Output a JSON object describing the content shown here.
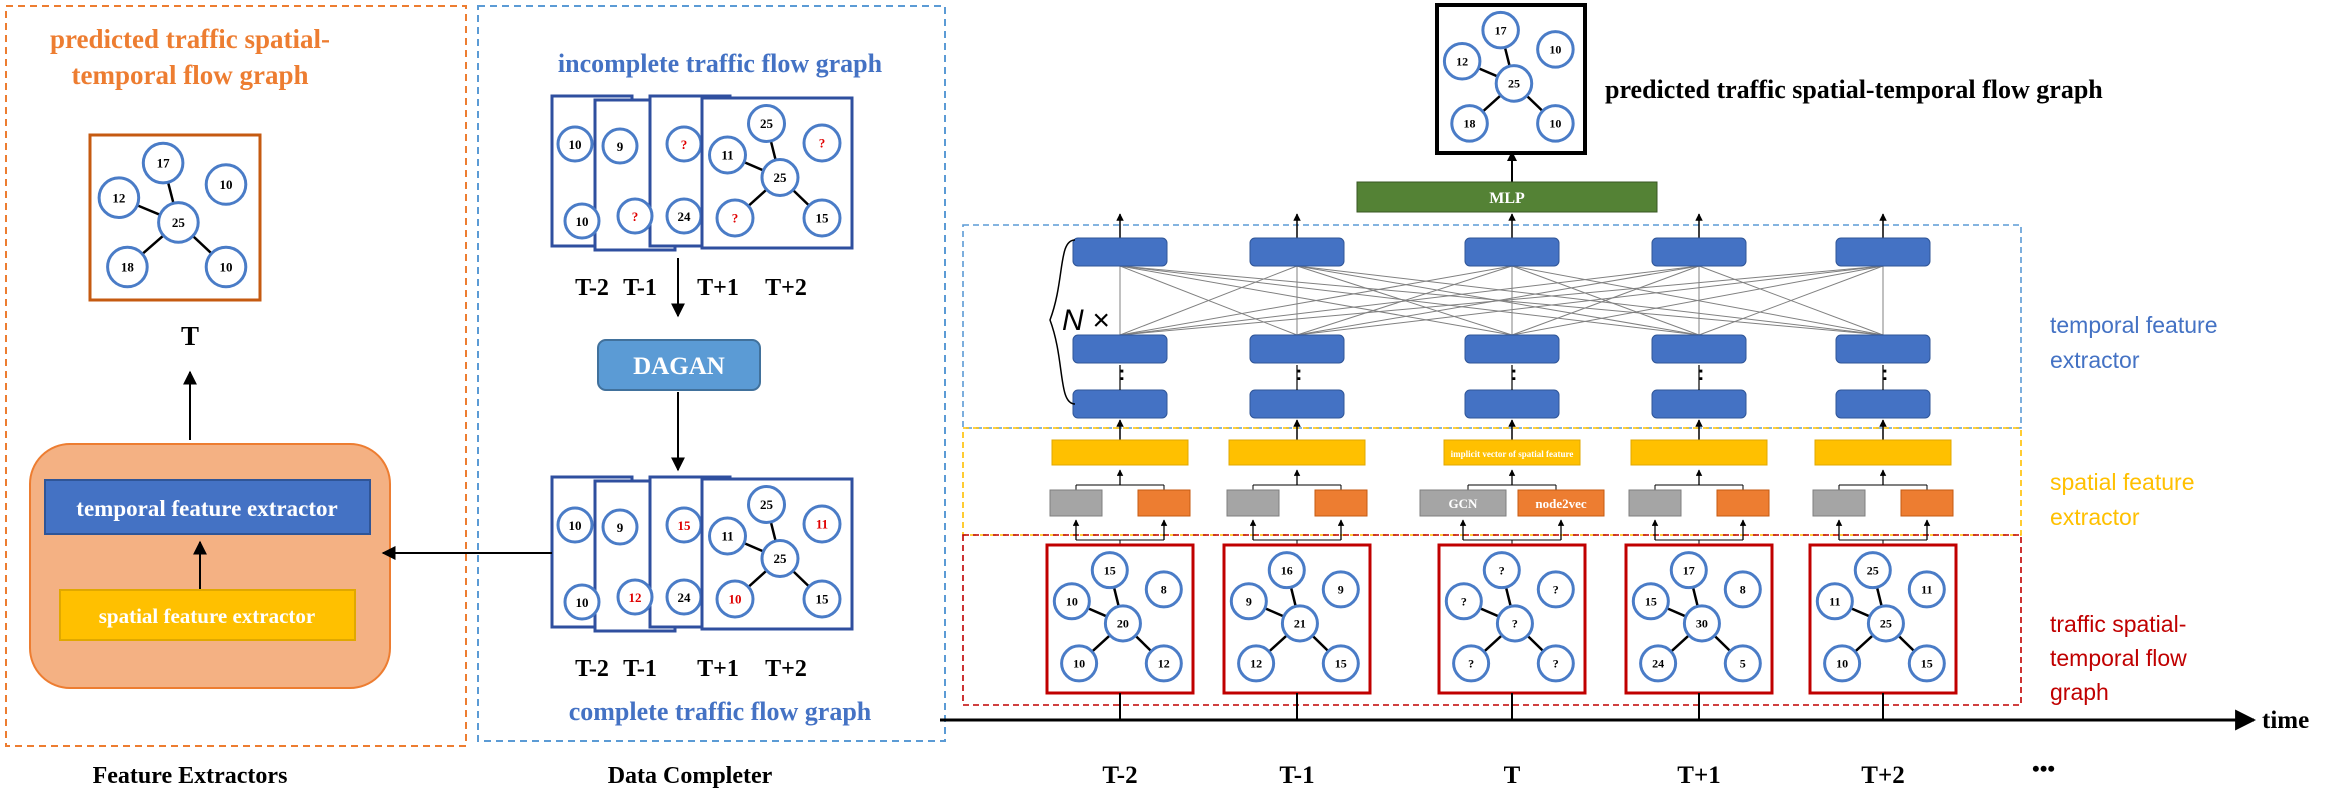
{
  "feature_extractors_panel": {
    "title_line1": "predicted traffic spatial-",
    "title_line2": "temporal flow graph",
    "time_label": "T",
    "temporal_box_label": "temporal feature extractor",
    "spatial_box_label": "spatial feature extractor",
    "caption": "Feature Extractors",
    "graph": {
      "center": "25",
      "nodes": [
        "17",
        "12",
        "10",
        "18",
        "10"
      ]
    }
  },
  "data_completer_panel": {
    "top_title": "incomplete traffic flow graph",
    "bottom_title": "complete traffic flow graph",
    "dagan_label": "DAGAN",
    "caption": "Data Completer",
    "time_labels": [
      "T-2",
      "T-1",
      "T+1",
      "T+2"
    ],
    "incomplete": {
      "stub_values": [
        "10",
        "10",
        "9",
        "?",
        "?",
        "24"
      ],
      "center": "25",
      "nodes": [
        "25",
        "11",
        "?",
        "?",
        "15"
      ]
    },
    "complete": {
      "stub_values": [
        "10",
        "10",
        "9",
        "12",
        "15",
        "24"
      ],
      "center": "25",
      "nodes": [
        "25",
        "11",
        "11",
        "10",
        "15"
      ]
    }
  },
  "model_panel": {
    "top_output_label": "predicted traffic spatial-temporal flow graph",
    "top_graph": {
      "center": "25",
      "nodes": [
        "17",
        "12",
        "10",
        "18",
        "10"
      ]
    },
    "mlp_label": "MLP",
    "n_label": "N ×",
    "vdots": ":",
    "temporal_label_line1": "temporal feature",
    "temporal_label_line2": "extractor",
    "spatial_label_line1": "spatial feature",
    "spatial_label_line2": "extractor",
    "traffic_label_line1": "traffic spatial-",
    "traffic_label_line2": "temporal flow",
    "traffic_label_line3": "graph",
    "implicit_label": "implicit vector of spatial feature",
    "gcn_label": "GCN",
    "node2vec_label": "node2vec",
    "time_axis_label": "time",
    "ellipsis": "•••",
    "time_steps": [
      "T-2",
      "T-1",
      "T",
      "T+1",
      "T+2"
    ],
    "graphs": [
      {
        "center": "20",
        "nodes": [
          "15",
          "10",
          "8",
          "10",
          "12"
        ]
      },
      {
        "center": "21",
        "nodes": [
          "16",
          "9",
          "9",
          "12",
          "15"
        ]
      },
      {
        "center": "?",
        "nodes": [
          "?",
          "?",
          "?",
          "?",
          "?"
        ]
      },
      {
        "center": "30",
        "nodes": [
          "17",
          "15",
          "8",
          "24",
          "5"
        ]
      },
      {
        "center": "25",
        "nodes": [
          "25",
          "11",
          "11",
          "10",
          "15"
        ]
      }
    ]
  },
  "colors": {
    "orange_text": "#ED7D31",
    "blue_text": "#4472C4",
    "red_text": "#C00000",
    "yellow_text": "#FFC000",
    "node_blue": "#4A7CC7",
    "block_blue": "#4472C4",
    "mlp_green": "#548235",
    "gold": "#FFC000",
    "gray": "#A5A5A5",
    "orange_box": "#ED7D31",
    "peach": "#F4B183"
  }
}
